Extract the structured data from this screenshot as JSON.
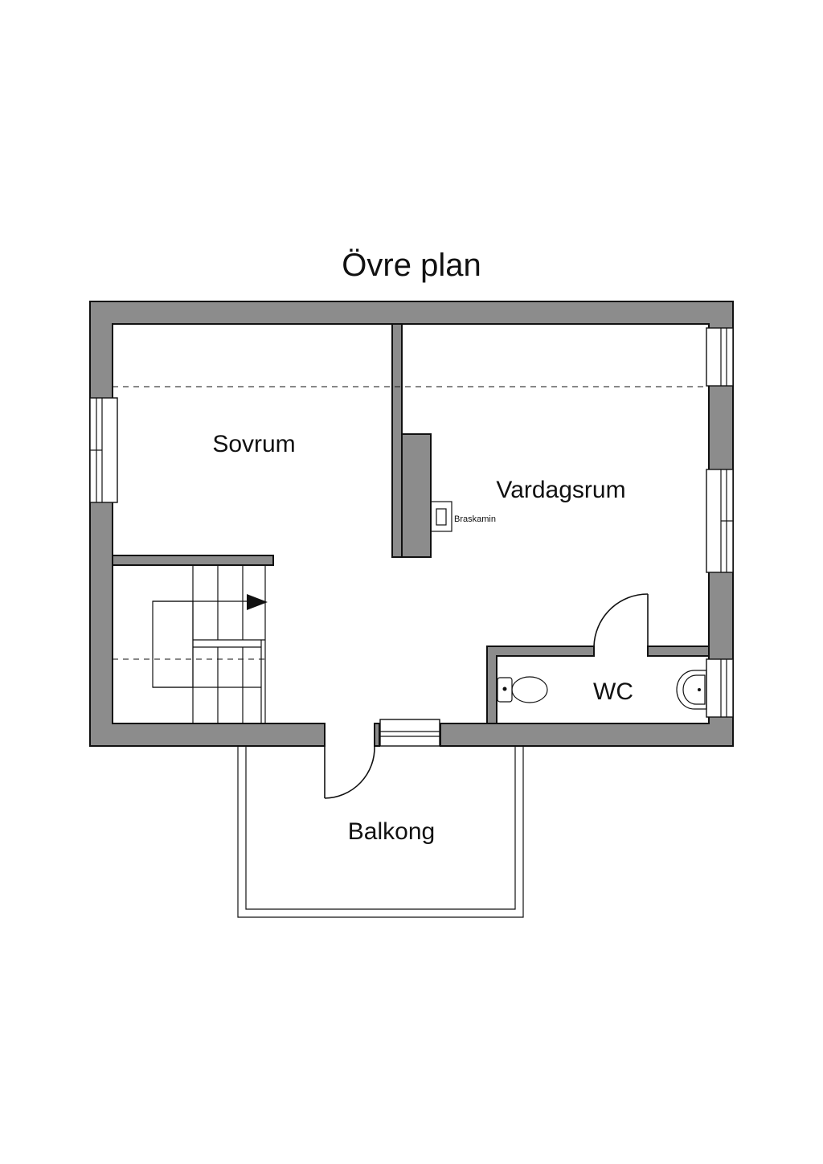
{
  "title": "Övre plan",
  "rooms": {
    "sovrum": "Sovrum",
    "vardagsrum": "Vardagsrum",
    "wc": "WC",
    "balkong": "Balkong"
  },
  "fixtures": {
    "braskamin": "Braskamin"
  },
  "colors": {
    "wall": "#8c8c8c",
    "line": "#111111",
    "background": "#ffffff"
  }
}
